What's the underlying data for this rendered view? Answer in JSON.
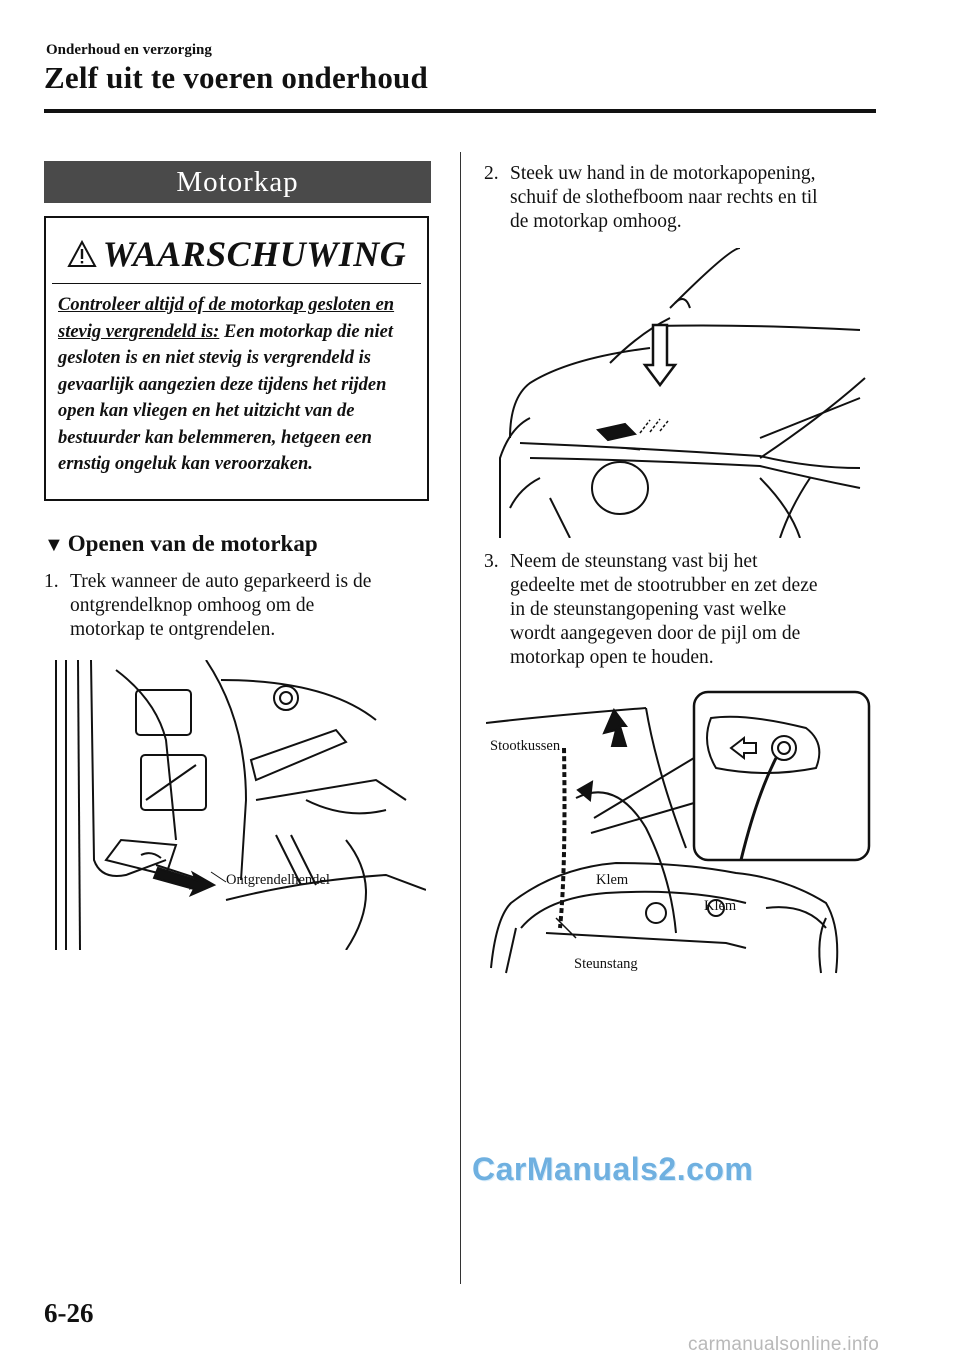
{
  "header": {
    "breadcrumb": "Onderhoud en verzorging",
    "title": "Zelf uit te voeren onderhoud"
  },
  "section": {
    "title": "Motorkap"
  },
  "warning": {
    "title": "WAARSCHUWING",
    "lead": "Controleer altijd of de motorkap gesloten en stevig vergrendeld is:",
    "body": "Een motorkap die niet gesloten is en niet stevig is vergrendeld is gevaarlijk aangezien deze tijdens het rijden open kan vliegen en het uitzicht van de bestuurder kan belemmeren, hetgeen een ernstig ongeluk kan veroorzaken."
  },
  "subsection": {
    "title": "Openen van de motorkap"
  },
  "steps": [
    {
      "number": "1.",
      "lines": [
        "Trek wanneer de auto geparkeerd is de",
        "ontgrendelknop omhoog om de",
        "motorkap te ontgrendelen."
      ]
    },
    {
      "number": "2.",
      "lines": [
        "Steek uw hand in de motorkapopening,",
        "schuif de slothefboom naar rechts en til",
        "de motorkap omhoog."
      ]
    },
    {
      "number": "3.",
      "lines": [
        "Neem de steunstang vast bij het",
        "gedeelte met de stootrubber en zet deze",
        "in de steunstangopening vast welke",
        "wordt aangegeven door de pijl om de",
        "motorkap open te houden."
      ]
    }
  ],
  "figures": {
    "release_lever": {
      "label": "Ontgrendelhendel"
    },
    "support_rod": {
      "label_bumper": "Stootkussen",
      "label_clip1": "Klem",
      "label_clip2": "Klem",
      "label_rod": "Steunstang"
    }
  },
  "footer": {
    "page_number": "6-26",
    "watermark": "CarManuals2.com",
    "source": "carmanualsonline.info"
  },
  "colors": {
    "banner_bg": "#4a4a4a",
    "watermark": "#6fb0e0"
  }
}
